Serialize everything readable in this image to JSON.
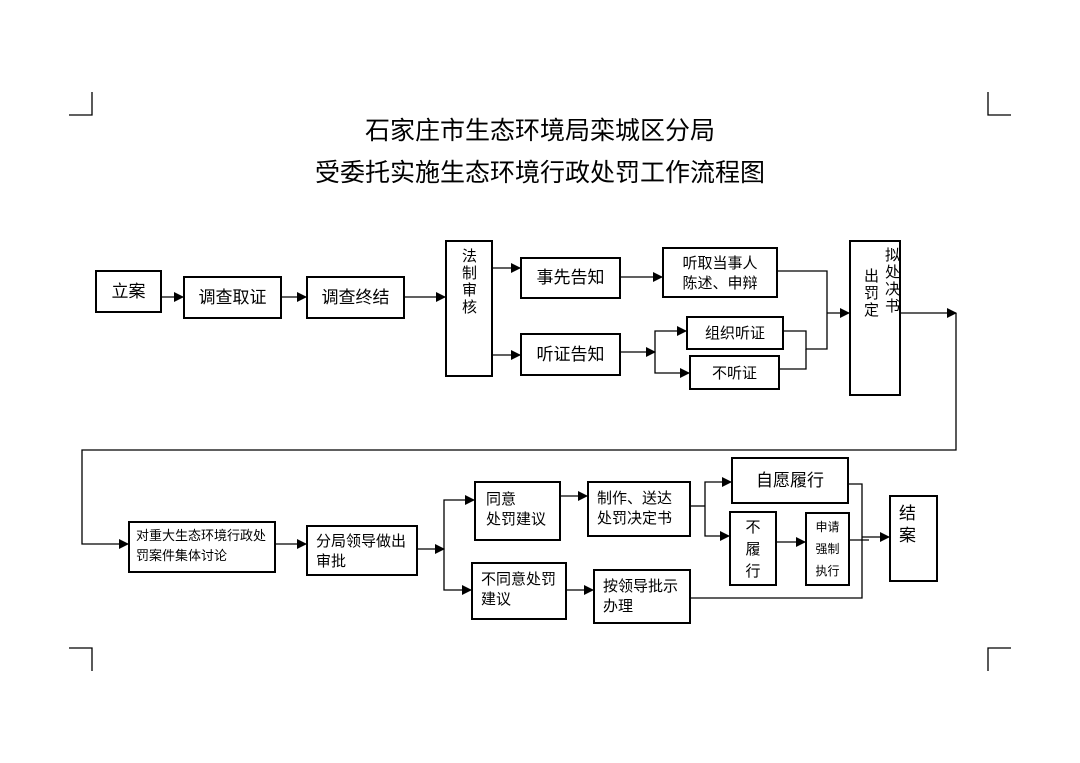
{
  "title": {
    "line1": "石家庄市生态环境局栾城区分局",
    "line2": "受委托实施生态环境行政处罚工作流程图"
  },
  "nodes": {
    "filing": "立案",
    "investigate": "调查取证",
    "investigation_end": "调查终结",
    "legal_review": "法制审核",
    "prior_notice": "事先告知",
    "listen": "听取当事人\n陈述、申辩",
    "hearing_notice": "听证告知",
    "organize_hearing": "组织听证",
    "no_hearing": "不听证",
    "draft_penalty_col1": "出罚定",
    "draft_penalty_col2": "拟处决书",
    "collective_discussion": "对重大生态环境行政处\n罚案件集体讨论",
    "leader_approval": "分局领导做出\n审批",
    "agree": "同意\n处罚建议",
    "disagree": "不同意处罚\n建议",
    "make_deliver": "制作、送达\n处罚决定书",
    "per_instruction": "按领导批示\n办理",
    "voluntary": "自愿履行",
    "not_perform": "不\n履\n行",
    "apply_enforce": "申请\n强制\n执行",
    "close_case": "结\n案"
  }
}
